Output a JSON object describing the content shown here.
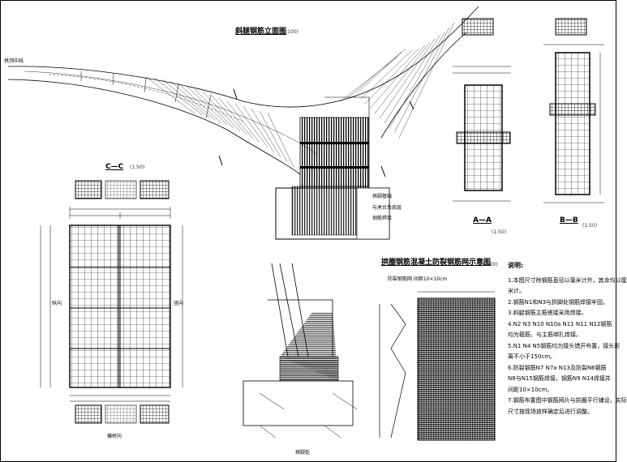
{
  "titles": {
    "elevation_title": "斜腿钢筋立面图",
    "elevation_scale": "(1:100)",
    "section_cc": "C—C",
    "section_cc_scale": "(1:50)",
    "section_aa": "A—A",
    "section_aa_scale": "(1:50)",
    "section_bb": "B—B",
    "section_bb_scale": "(1:50)",
    "mesh_title": "拱圈钢筋混凝土防裂钢筋网示意图",
    "mesh_scale": "(1:100)",
    "mesh_subtitle": "防裂钢筋网 间距10×10cm",
    "plan_bottom_label": "横桥向",
    "node_bottom_label": "拱脚处"
  },
  "labels": {
    "left_end": "拱顶中线",
    "foundation_note_1": "拱脚基础",
    "foundation_note_2": "与承台及底层",
    "foundation_note_3": "钢筋焊接",
    "cc_side_left": "纵向",
    "cc_side_right": "竖向"
  },
  "notes": {
    "heading": "说明:",
    "lines": [
      "1.本图尺寸除钢筋直径以毫米计外，其余均以厘",
      "  米计。",
      "2.钢筋N1和N3与拱脚处钢筋焊接牢固。",
      "3.斜腿钢筋主筋搭接采用焊接。",
      "4.N2 N3 N10 N10a N11 N11 N12钢筋",
      "  均为箍筋，与主筋绑扎焊接。",
      "5.N1 N4 N5钢筋均为接头错开布置，接头距",
      "  离不小于150cm。",
      "6.防裂钢筋N7 N7a N13及防裂N6钢筋",
      "  N8与N15钢筋焊接，钢筋N9 N14焊接并",
      "  间距10×10cm。",
      "7.钢筋布置图中钢筋网片与拱圈平行铺设，实际",
      "  尺寸按现场放样确定后进行调整。"
    ]
  }
}
